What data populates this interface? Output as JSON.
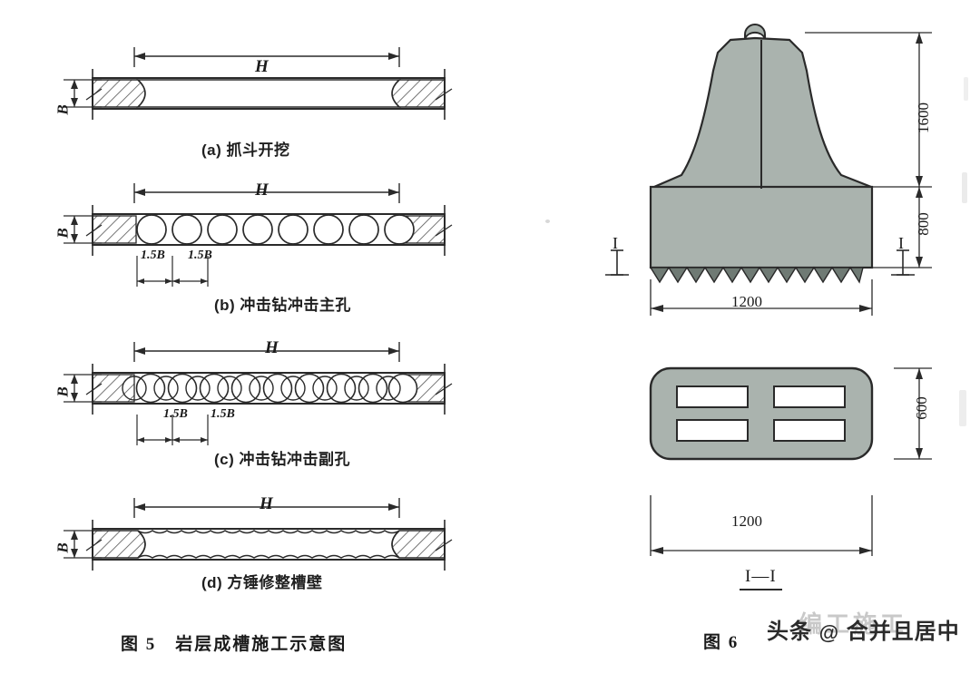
{
  "page": {
    "background": "#ffffff",
    "ink": "#1a1a1a",
    "fill_gray": "#aab3ae",
    "hatch_gray": "#6b6b6b"
  },
  "figure5": {
    "caption": "图 5　岩层成槽施工示意图",
    "caption_number": "图 5",
    "caption_title": "岩层成槽施工示意图",
    "panels": [
      {
        "id": "a",
        "label": "(a) 抓斗开挖",
        "label_prefix": "(a)",
        "label_text": "抓斗开挖",
        "width_dim": "H",
        "height_dim": "B",
        "pattern": "smooth-slot"
      },
      {
        "id": "b",
        "label": "(b) 冲击钻冲击主孔",
        "label_prefix": "(b)",
        "label_text": "冲击钻冲击主孔",
        "width_dim": "H",
        "height_dim": "B",
        "spacing_dim_left": "1.5B",
        "spacing_dim_right": "1.5B",
        "pattern": "tangent-circles",
        "hole_count": 8
      },
      {
        "id": "c",
        "label": "(c) 冲击钻冲击副孔",
        "label_prefix": "(c)",
        "label_text": "冲击钻冲击副孔",
        "width_dim": "H",
        "height_dim": "B",
        "spacing_dim_left": "1.5B",
        "spacing_dim_right": "1.5B",
        "pattern": "overlapping-circles",
        "hole_count": 9
      },
      {
        "id": "d",
        "label": "(d) 方锤修整槽壁",
        "label_prefix": "(d)",
        "label_text": "方锤修整槽壁",
        "width_dim": "H",
        "height_dim": "B",
        "pattern": "scalloped-slot"
      }
    ]
  },
  "figure6": {
    "caption_number": "图 6",
    "elevation": {
      "dim_upper": "1600",
      "dim_lower": "800",
      "dim_width": "1200",
      "section_mark_left": "I",
      "section_mark_right": "I",
      "unit_note": ""
    },
    "section": {
      "title": "I—I",
      "dim_height": "600",
      "dim_width": "1200",
      "slot_count": 4
    }
  },
  "watermark": {
    "text": "头条 @合并且居中",
    "prefix": "头条",
    "at": "@",
    "handle": "合并且居中",
    "ghost_text": "编工施工",
    "color": "#2b2b2b"
  }
}
